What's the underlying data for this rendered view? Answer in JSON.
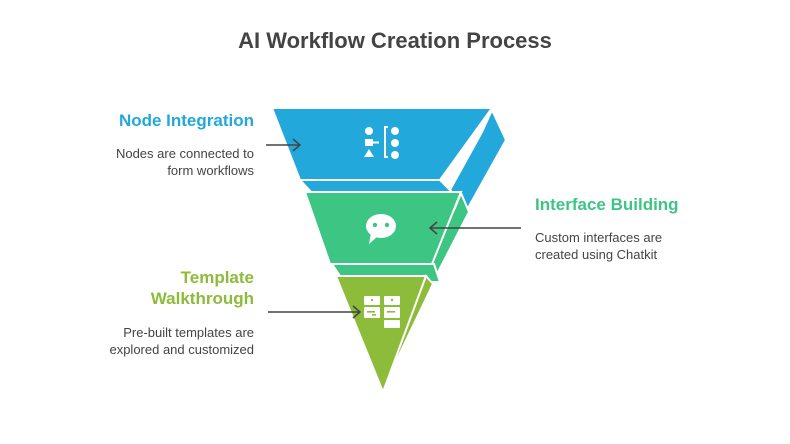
{
  "title": "AI Workflow Creation Process",
  "stages": [
    {
      "heading": "Node Integration",
      "description_lines": [
        "Nodes are connected to",
        "form workflows"
      ],
      "color": "#22A8DB",
      "icon": "node-hierarchy-icon"
    },
    {
      "heading": "Interface Building",
      "description_lines": [
        "Custom interfaces are",
        "created using Chatkit"
      ],
      "color": "#3DC584",
      "icon": "chat-bubble-icon"
    },
    {
      "heading_lines": [
        "Template",
        "Walkthrough"
      ],
      "description_lines": [
        "Pre-built templates are",
        "explored and customized"
      ],
      "color": "#8DBB3A",
      "icon": "template-cards-icon"
    }
  ],
  "colors": {
    "text": "#444444",
    "arrow": "#444444"
  }
}
